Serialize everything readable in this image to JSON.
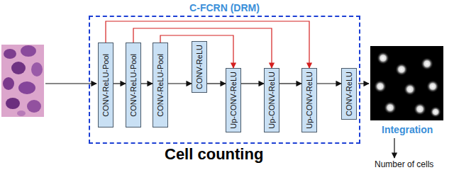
{
  "diagram": {
    "nodes": [
      {
        "text": [
          "C-FCRN (DRM)"
        ]
      },
      {
        "text": [
          "CONV-ReLU-Pool"
        ],
        "in": 0
      },
      {
        "text": [
          "CONV-ReLU-Pool"
        ],
        "in": 0
      },
      {
        "text": [
          "CONV-ReLU-Pool"
        ],
        "in": 0
      },
      {
        "text": [
          "CONV-ReLU"
        ],
        "in": 0
      },
      {
        "text": [
          "Up-CONV-ReLU"
        ],
        "in": 0
      },
      {
        "text": [
          "Up-CONV-ReLU"
        ],
        "in": 0
      },
      {
        "text": [
          "Up-CONV-ReLU"
        ],
        "in": 0
      },
      {
        "text": [
          "CONV-ReLU"
        ],
        "in": 0
      }
    ],
    "edges": [
      {
        "from": 1,
        "to": 2,
        "arrow": "to"
      },
      {
        "from": 2,
        "to": 3,
        "arrow": "to"
      },
      {
        "from": 3,
        "to": 4,
        "arrow": "to"
      },
      {
        "from": 4,
        "to": 5,
        "arrow": "to"
      },
      {
        "from": 5,
        "to": 6,
        "arrow": "to"
      },
      {
        "from": 6,
        "to": 7,
        "arrow": "to"
      },
      {
        "from": 7,
        "to": 8,
        "arrow": "to"
      },
      {
        "from": 1,
        "to": 7,
        "arrow": "to"
      },
      {
        "from": 2,
        "to": 6,
        "arrow": "to"
      },
      {
        "from": 3,
        "to": 5,
        "arrow": "to"
      }
    ],
    "labels": [
      "Cell counting",
      "Integration",
      "Number of cells"
    ]
  }
}
